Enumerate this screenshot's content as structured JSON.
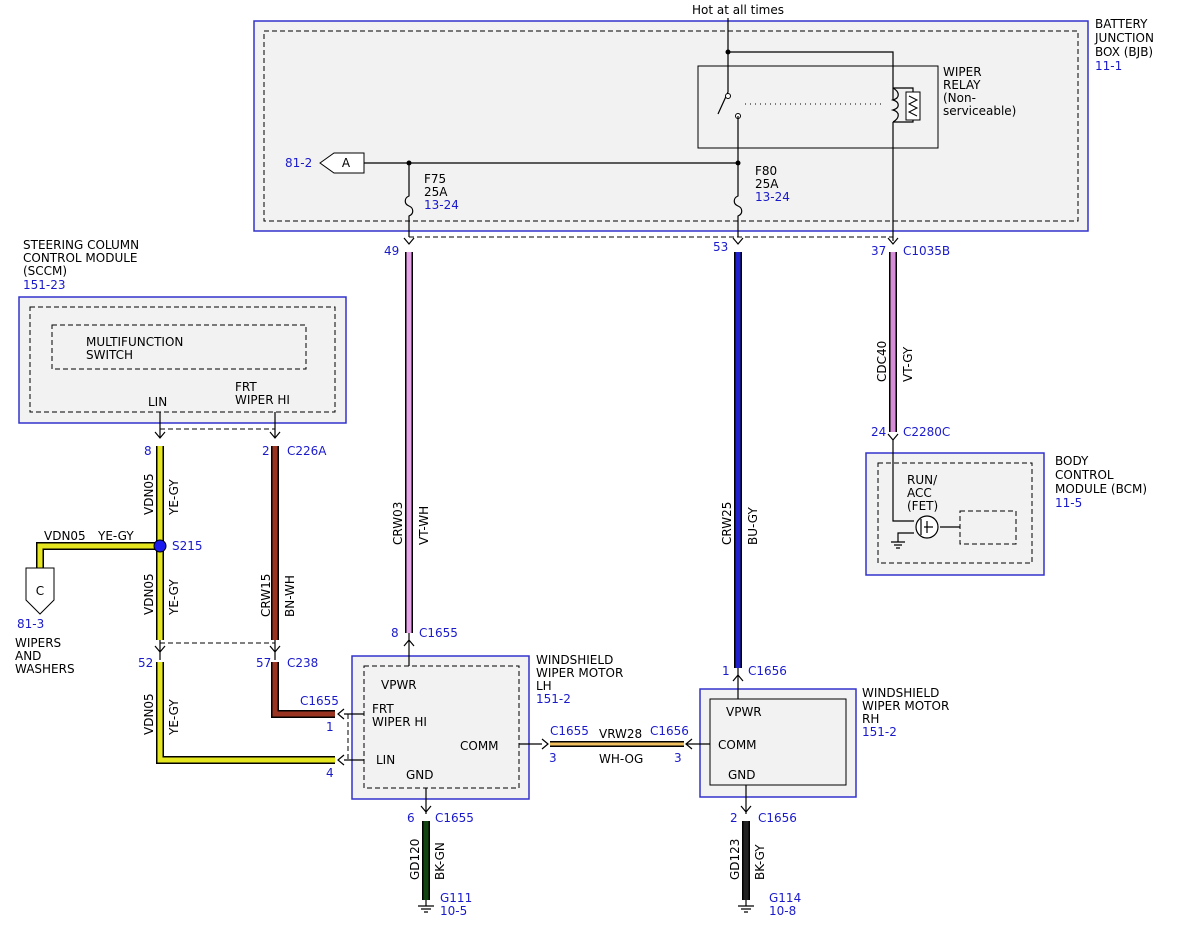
{
  "top": {
    "hot_label": "Hot at all times"
  },
  "bjb": {
    "name": [
      "BATTERY",
      "JUNCTION",
      "BOX (BJB)"
    ],
    "ref": "11-1",
    "left_ref": "81-2",
    "connector_a": "A",
    "relay_label": [
      "WIPER",
      "RELAY",
      "(Non-",
      "serviceable)"
    ],
    "fuse_f75": {
      "name": "F75",
      "rating": "25A",
      "ref": "13-24"
    },
    "fuse_f80": {
      "name": "F80",
      "rating": "25A",
      "ref": "13-24"
    }
  },
  "sccm": {
    "name": [
      "STEERING COLUMN",
      "CONTROL MODULE",
      "(SCCM)"
    ],
    "ref": "151-23",
    "switch_label": [
      "MULTIFUNCTION",
      "SWITCH"
    ],
    "lin_label": "LIN",
    "frt_label": [
      "FRT",
      "WIPER HI"
    ]
  },
  "bcm": {
    "name": [
      "BODY",
      "CONTROL",
      "MODULE (BCM)"
    ],
    "ref": "11-5",
    "fet_label": [
      "RUN/",
      "ACC",
      "(FET)"
    ]
  },
  "motor_lh": {
    "name": [
      "WINDSHIELD",
      "WIPER MOTOR",
      "LH"
    ],
    "ref": "151-2",
    "vpwr": "VPWR",
    "frt": [
      "FRT",
      "WIPER HI"
    ],
    "lin": "LIN",
    "comm": "COMM",
    "gnd": "GND"
  },
  "motor_rh": {
    "name": [
      "WINDSHIELD",
      "WIPER MOTOR",
      "RH"
    ],
    "ref": "151-2",
    "vpwr": "VPWR",
    "comm": "COMM",
    "gnd": "GND"
  },
  "splice": {
    "name": "S215",
    "wire_code": "VDN05",
    "wire_color": "YE-GY"
  },
  "wipers_conn": {
    "letter": "C",
    "ref": "81-3",
    "label": [
      "WIPERS",
      "AND",
      "WASHERS"
    ]
  },
  "wires": {
    "crw03": {
      "code": "CRW03",
      "color": "VT-WH",
      "hex": "#e8a4e8"
    },
    "crw25": {
      "code": "CRW25",
      "color": "BU-GY",
      "hex": "#2020cc"
    },
    "cdc40": {
      "code": "CDC40",
      "color": "VT-GY",
      "hex": "#d68cd6"
    },
    "vdn05": {
      "code": "VDN05",
      "color": "YE-GY",
      "hex": "#e6e620"
    },
    "crw15": {
      "code": "CRW15",
      "color": "BN-WH",
      "hex": "#993322"
    },
    "vrw28": {
      "code": "VRW28",
      "color": "WH-OG",
      "hex": "#f0c060"
    },
    "gd120": {
      "code": "GD120",
      "color": "BK-GN",
      "hex": "#114411"
    },
    "gd123": {
      "code": "GD123",
      "color": "BK-GY",
      "hex": "#222222"
    }
  },
  "pins": {
    "p49": "49",
    "p53": "53",
    "p37": "37",
    "c1035b": "C1035B",
    "p24": "24",
    "c2280c": "C2280C",
    "p8a": "8",
    "p2": "2",
    "c226a": "C226A",
    "p52": "52",
    "p57": "57",
    "c238": "C238",
    "p8b": "8",
    "c1655_top": "C1655",
    "p1a": "1",
    "c1656_top": "C1656",
    "c1655_frt": "C1655",
    "p1b": "1",
    "p4": "4",
    "c1655_comm": "C1655",
    "p3a": "3",
    "c1656_comm": "C1656",
    "p3b": "3",
    "p6": "6",
    "c1655_gnd": "C1655",
    "p2b": "2",
    "c1656_gnd": "C1656"
  },
  "grounds": {
    "g111": {
      "name": "G111",
      "ref": "10-5"
    },
    "g114": {
      "name": "G114",
      "ref": "10-8"
    }
  }
}
